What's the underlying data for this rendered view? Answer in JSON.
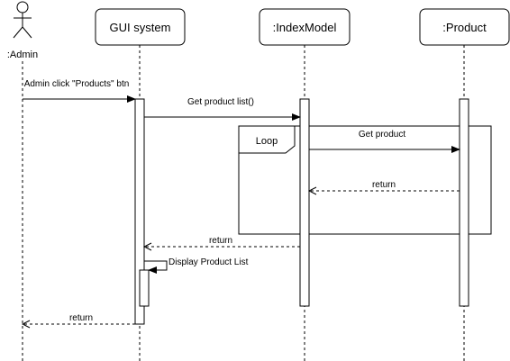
{
  "actor": {
    "label": ":Admin"
  },
  "participants": [
    {
      "id": "gui",
      "label": "GUI system"
    },
    {
      "id": "index",
      "label": ":IndexModel"
    },
    {
      "id": "product",
      "label": ":Product"
    }
  ],
  "fragment": {
    "kind": "Loop"
  },
  "messages": {
    "admin_click": "Admin click \"Products\" btn",
    "get_list": "Get product list()",
    "get_product": "Get product",
    "return_product": "return",
    "return_index": "return",
    "display": "Display Product List",
    "return_admin": "return"
  }
}
